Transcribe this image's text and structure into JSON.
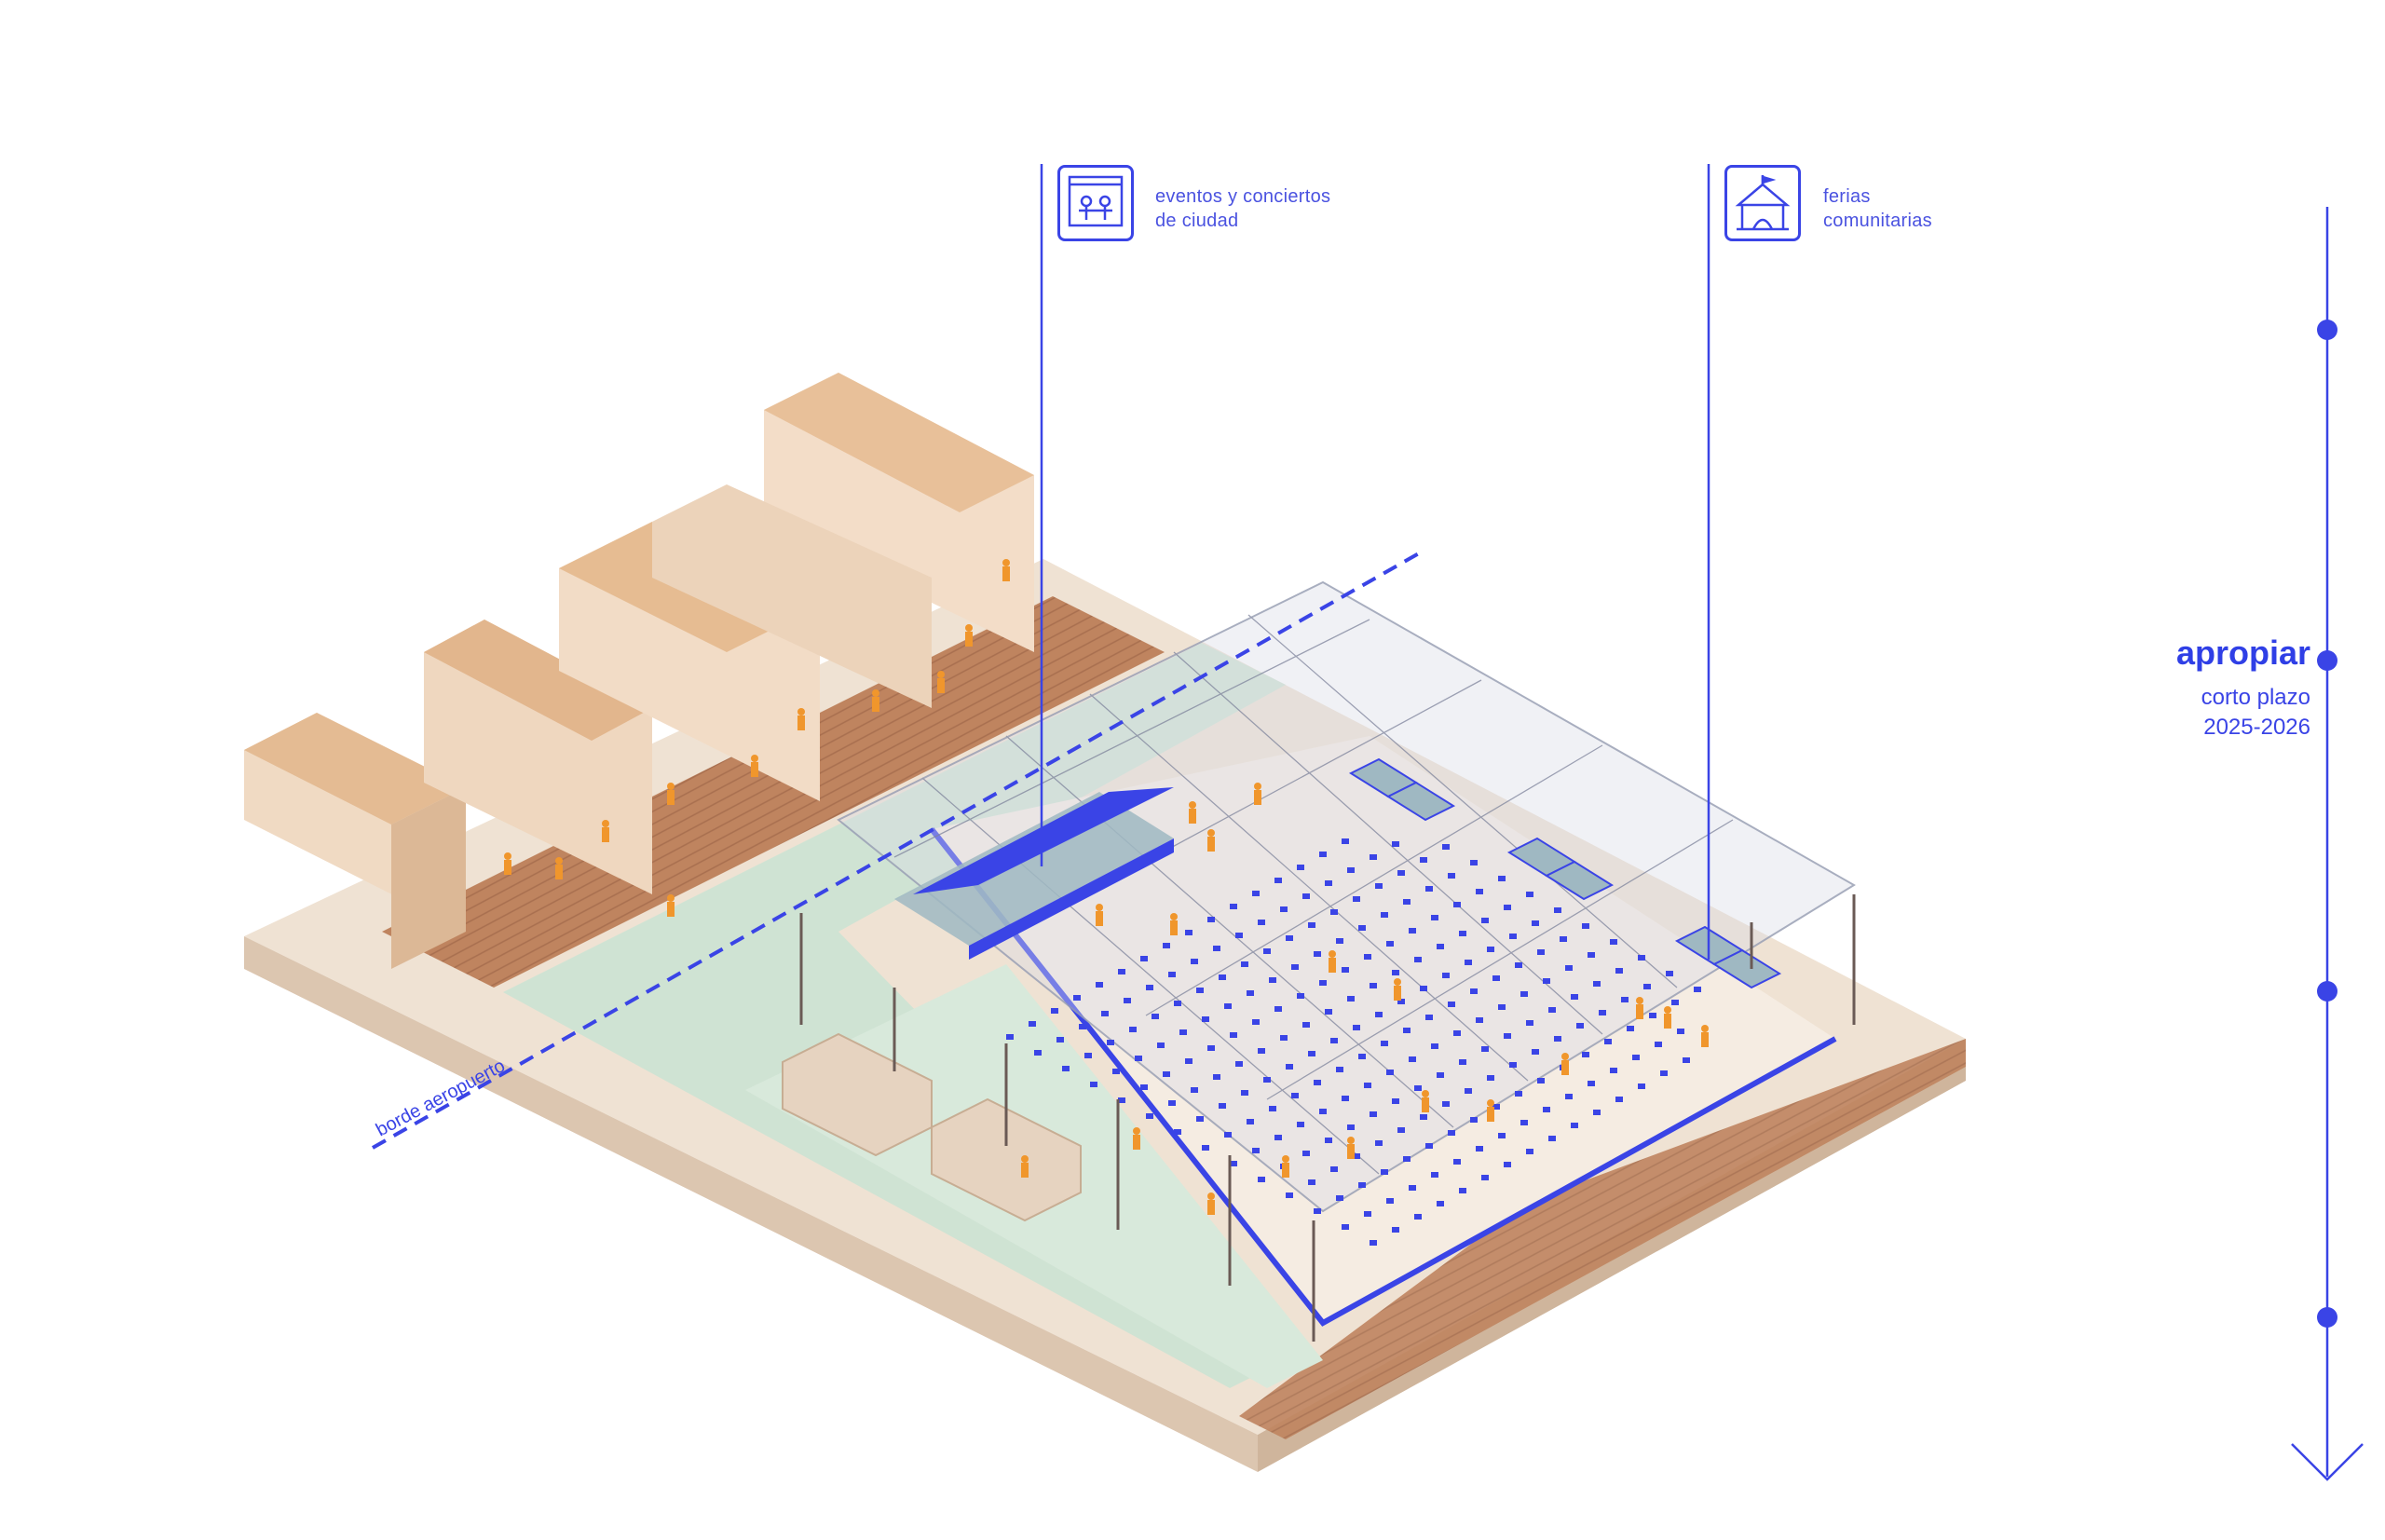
{
  "callouts": [
    {
      "icon": "stage-concert-icon",
      "line1": "eventos  y  conciertos",
      "line2": "de ciudad"
    },
    {
      "icon": "fair-tent-icon",
      "line1": "ferias",
      "line2": "comunitarias"
    }
  ],
  "timeline": {
    "phase": "apropiar",
    "term": "corto plazo",
    "years": "2025-2026",
    "stop_count": 4,
    "active_stop": 2
  },
  "edge_label": "borde aeropuerto",
  "colors": {
    "accent": "#3a44e6",
    "figures": "#f0962c",
    "ground": "#f1e4d6",
    "road": "#b9805f",
    "green": "#cfe3d3",
    "buildings": "#e9c9aa"
  }
}
